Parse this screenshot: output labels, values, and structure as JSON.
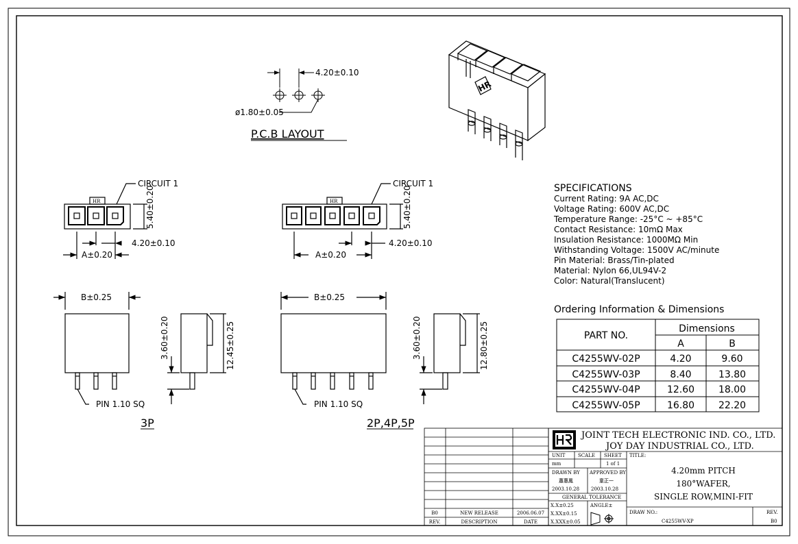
{
  "pcb": {
    "pitch": "4.20±0.10",
    "hole": "ø1.80±0.05",
    "label": "P.C.B LAYOUT"
  },
  "top_3p": {
    "circuit": "CIRCUIT 1",
    "height": "5.40±0.20",
    "pitch": "4.20±0.10",
    "a": "A±0.20",
    "logo": "HR"
  },
  "top_5p": {
    "circuit": "CIRCUIT 1",
    "height": "5.40±0.20",
    "pitch": "4.20±0.10",
    "a": "A±0.20",
    "logo": "HR"
  },
  "side_3p": {
    "b": "B±0.25",
    "h1": "3.60±0.20",
    "h2": "12.45±0.25",
    "pin": "PIN 1.10 SQ",
    "caption": "3P"
  },
  "side_5p": {
    "b": "B±0.25",
    "h1": "3.60±0.20",
    "h2": "12.80±0.25",
    "pin": "PIN 1.10 SQ",
    "caption": "2P,4P,5P"
  },
  "iso_logo": "HR",
  "specs": {
    "title": "SPECIFICATIONS",
    "lines": [
      "Current Rating: 9A AC,DC",
      "Voltage Rating: 600V AC,DC",
      "Temperature Range: -25°C ~ +85°C",
      "Contact Resistance: 10mΩ Max",
      "Insulation Resistance: 1000MΩ Min",
      "Withstanding Voltage: 1500V AC/minute",
      "Pin Material: Brass/Tin-plated",
      "Material: Nylon 66,UL94V-2",
      "Color: Natural(Translucent)"
    ]
  },
  "ordering": {
    "title": "Ordering Information & Dimensions",
    "part_header": "PART NO.",
    "dim_header": "Dimensions",
    "col_a": "A",
    "col_b": "B",
    "rows": [
      {
        "part": "C4255WV-02P",
        "a": "4.20",
        "b": "9.60"
      },
      {
        "part": "C4255WV-03P",
        "a": "8.40",
        "b": "13.80"
      },
      {
        "part": "C4255WV-04P",
        "a": "12.60",
        "b": "18.00"
      },
      {
        "part": "C4255WV-05P",
        "a": "16.80",
        "b": "22.20"
      }
    ]
  },
  "title_block": {
    "company1": "JOINT TECH ELECTRONIC IND. CO., LTD.",
    "company2": "JOY DAY INDUSTRIAL CO., LTD.",
    "unit_label": "UNIT",
    "unit": "mm",
    "scale_label": "SCALE",
    "sheet_label": "SHEET",
    "sheet": "1 of 1",
    "title_label": "TITLE:",
    "title_lines": [
      "4.20mm PITCH",
      "180°WAFER,",
      "SINGLE ROW,MINI-FIT"
    ],
    "drawn_label": "DRAWN BY",
    "drawn_name": "蕭惠鳳",
    "drawn_date": "2003.10.28",
    "approved_label": "APPROVED BY",
    "approved_name": "童正一",
    "approved_date": "2003.10.28",
    "tol_label": "GENERAL TOLERANCE",
    "tol1": "X.X±0.25",
    "tol2": "X.XX±0.15",
    "tol3": "X.XXX±0.05",
    "angle_label": "ANGLE±",
    "draw_no_label": "DRAW NO.:",
    "draw_no": "C4255WV-XP",
    "rev_label": "REV.",
    "rev": "B0"
  },
  "revision": {
    "rev": "B0",
    "desc": "NEW RELEASE",
    "date": "2006.06.07",
    "rev_h": "REV.",
    "desc_h": "DESCRIPTION",
    "date_h": "DATE"
  }
}
